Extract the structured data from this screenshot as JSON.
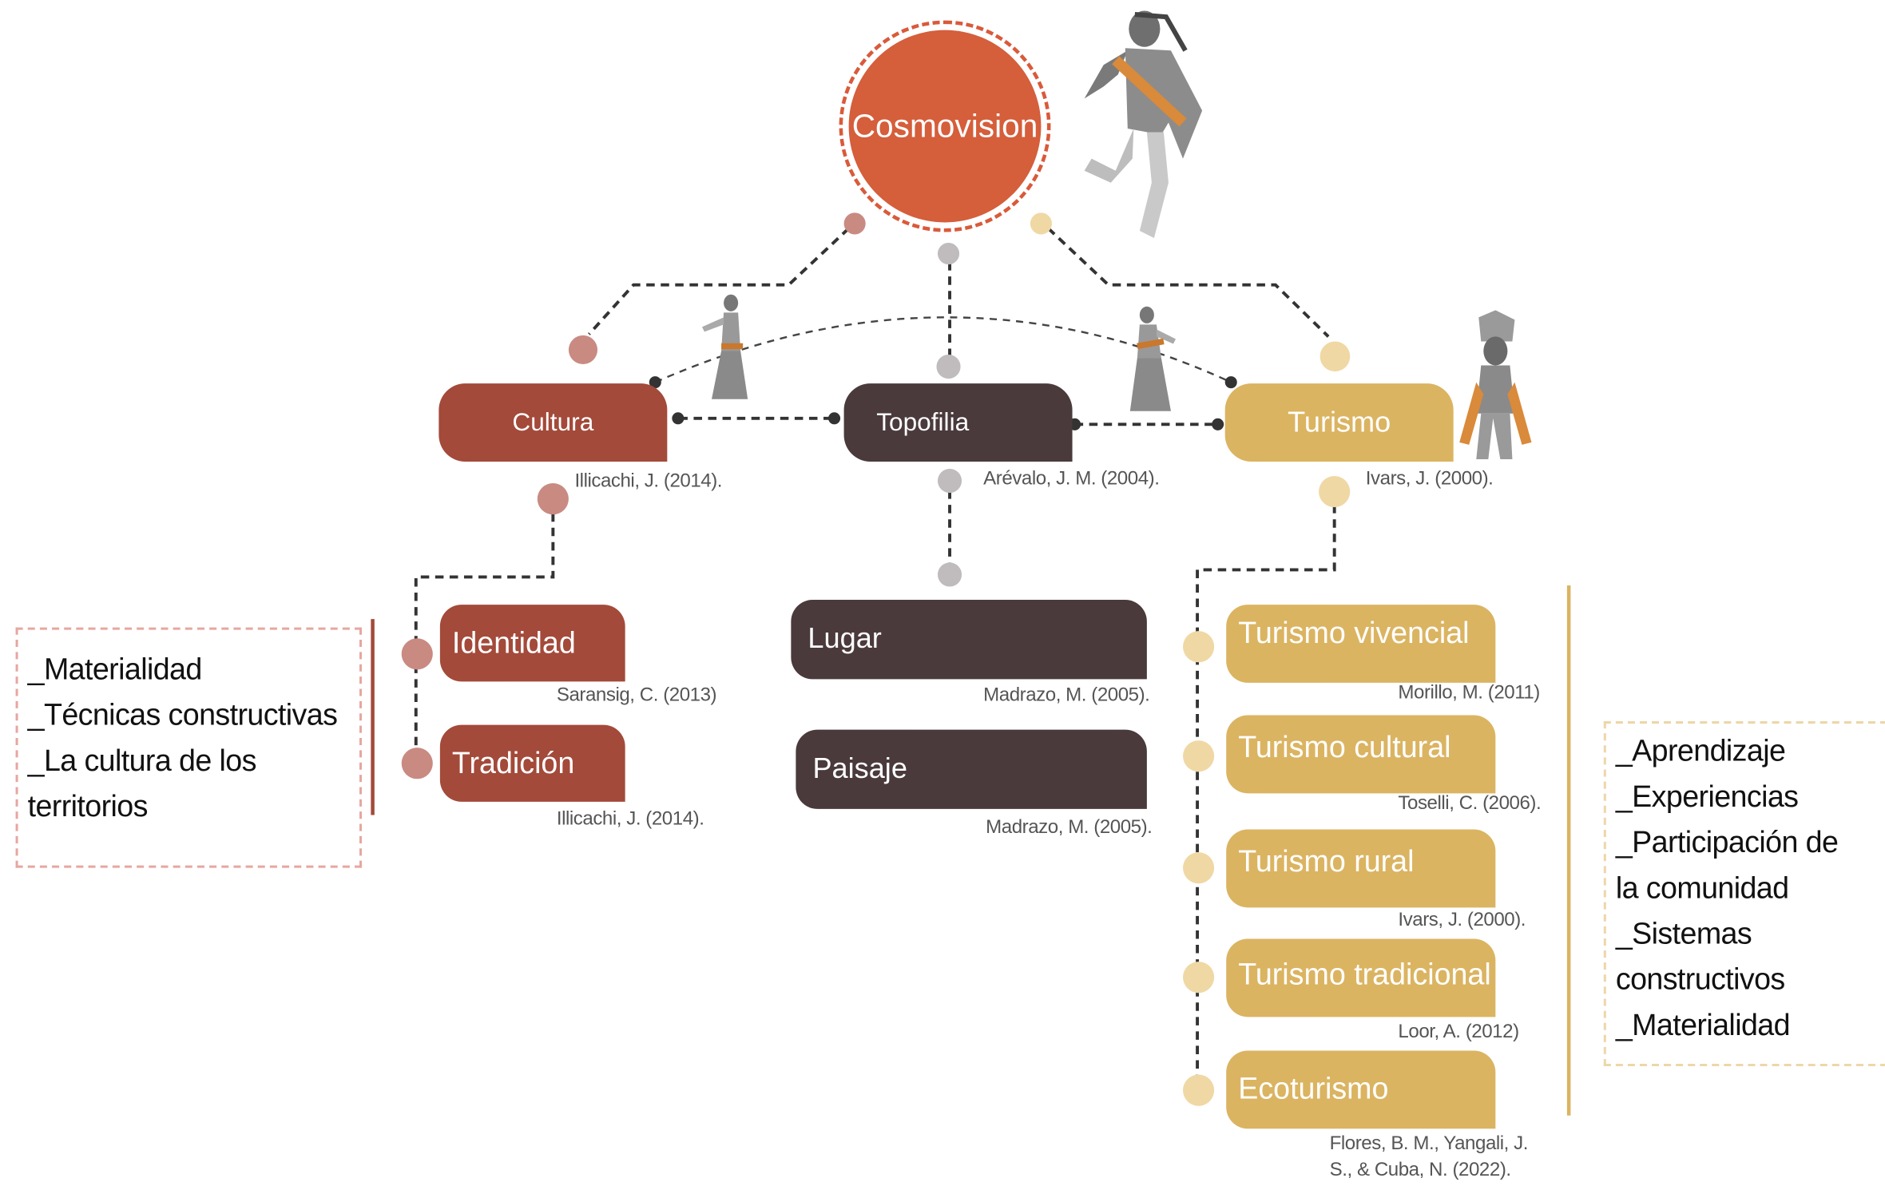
{
  "center": {
    "label": "Cosmovision"
  },
  "main": [
    {
      "key": "cultura",
      "label": "Cultura",
      "citation": "Illicachi, J. (2014)."
    },
    {
      "key": "topofilia",
      "label": "Topofilia",
      "citation": "Arévalo, J. M. (2004)."
    },
    {
      "key": "turismo",
      "label": "Turismo",
      "citation": "Ivars, J. (2000)."
    }
  ],
  "cultura_children": [
    {
      "label": "Identidad",
      "citation": "Saransig, C. (2013)"
    },
    {
      "label": "Tradición",
      "citation": "Illicachi, J. (2014)."
    }
  ],
  "topofilia_children": [
    {
      "label": "Lugar",
      "citation": "Madrazo, M. (2005)."
    },
    {
      "label": "Paisaje",
      "citation": "Madrazo, M. (2005)."
    }
  ],
  "turismo_children": [
    {
      "label": "Turismo vivencial",
      "citation": "Morillo, M. (2011)"
    },
    {
      "label": "Turismo cultural",
      "citation": "Toselli, C. (2006)."
    },
    {
      "label": "Turismo rural",
      "citation": "Ivars, J. (2000)."
    },
    {
      "label": "Turismo tradicional",
      "citation": "Loor, A. (2012)"
    },
    {
      "label": "Ecoturismo",
      "citation_line1": "Flores, B. M., Yangali, J.",
      "citation_line2": "S., & Cuba, N. (2022)."
    }
  ],
  "left_box": [
    "_Materialidad",
    "_Técnicas constructivas",
    "_La cultura de los",
    "territorios"
  ],
  "right_box": [
    "_Aprendizaje",
    "_Experiencias",
    "_Participación de",
    "la comunidad",
    "_Sistemas",
    "constructivos",
    "_Materialidad"
  ],
  "colors": {
    "cultura": "#a34a3a",
    "topofilia": "#4a3a3b",
    "turismo": "#dbb462",
    "center": "#d55e3b"
  },
  "icons": [
    "dancer-figure-large",
    "dancer-figure-small-left",
    "dancer-figure-small-middle",
    "dancer-figure-costumed-right"
  ]
}
